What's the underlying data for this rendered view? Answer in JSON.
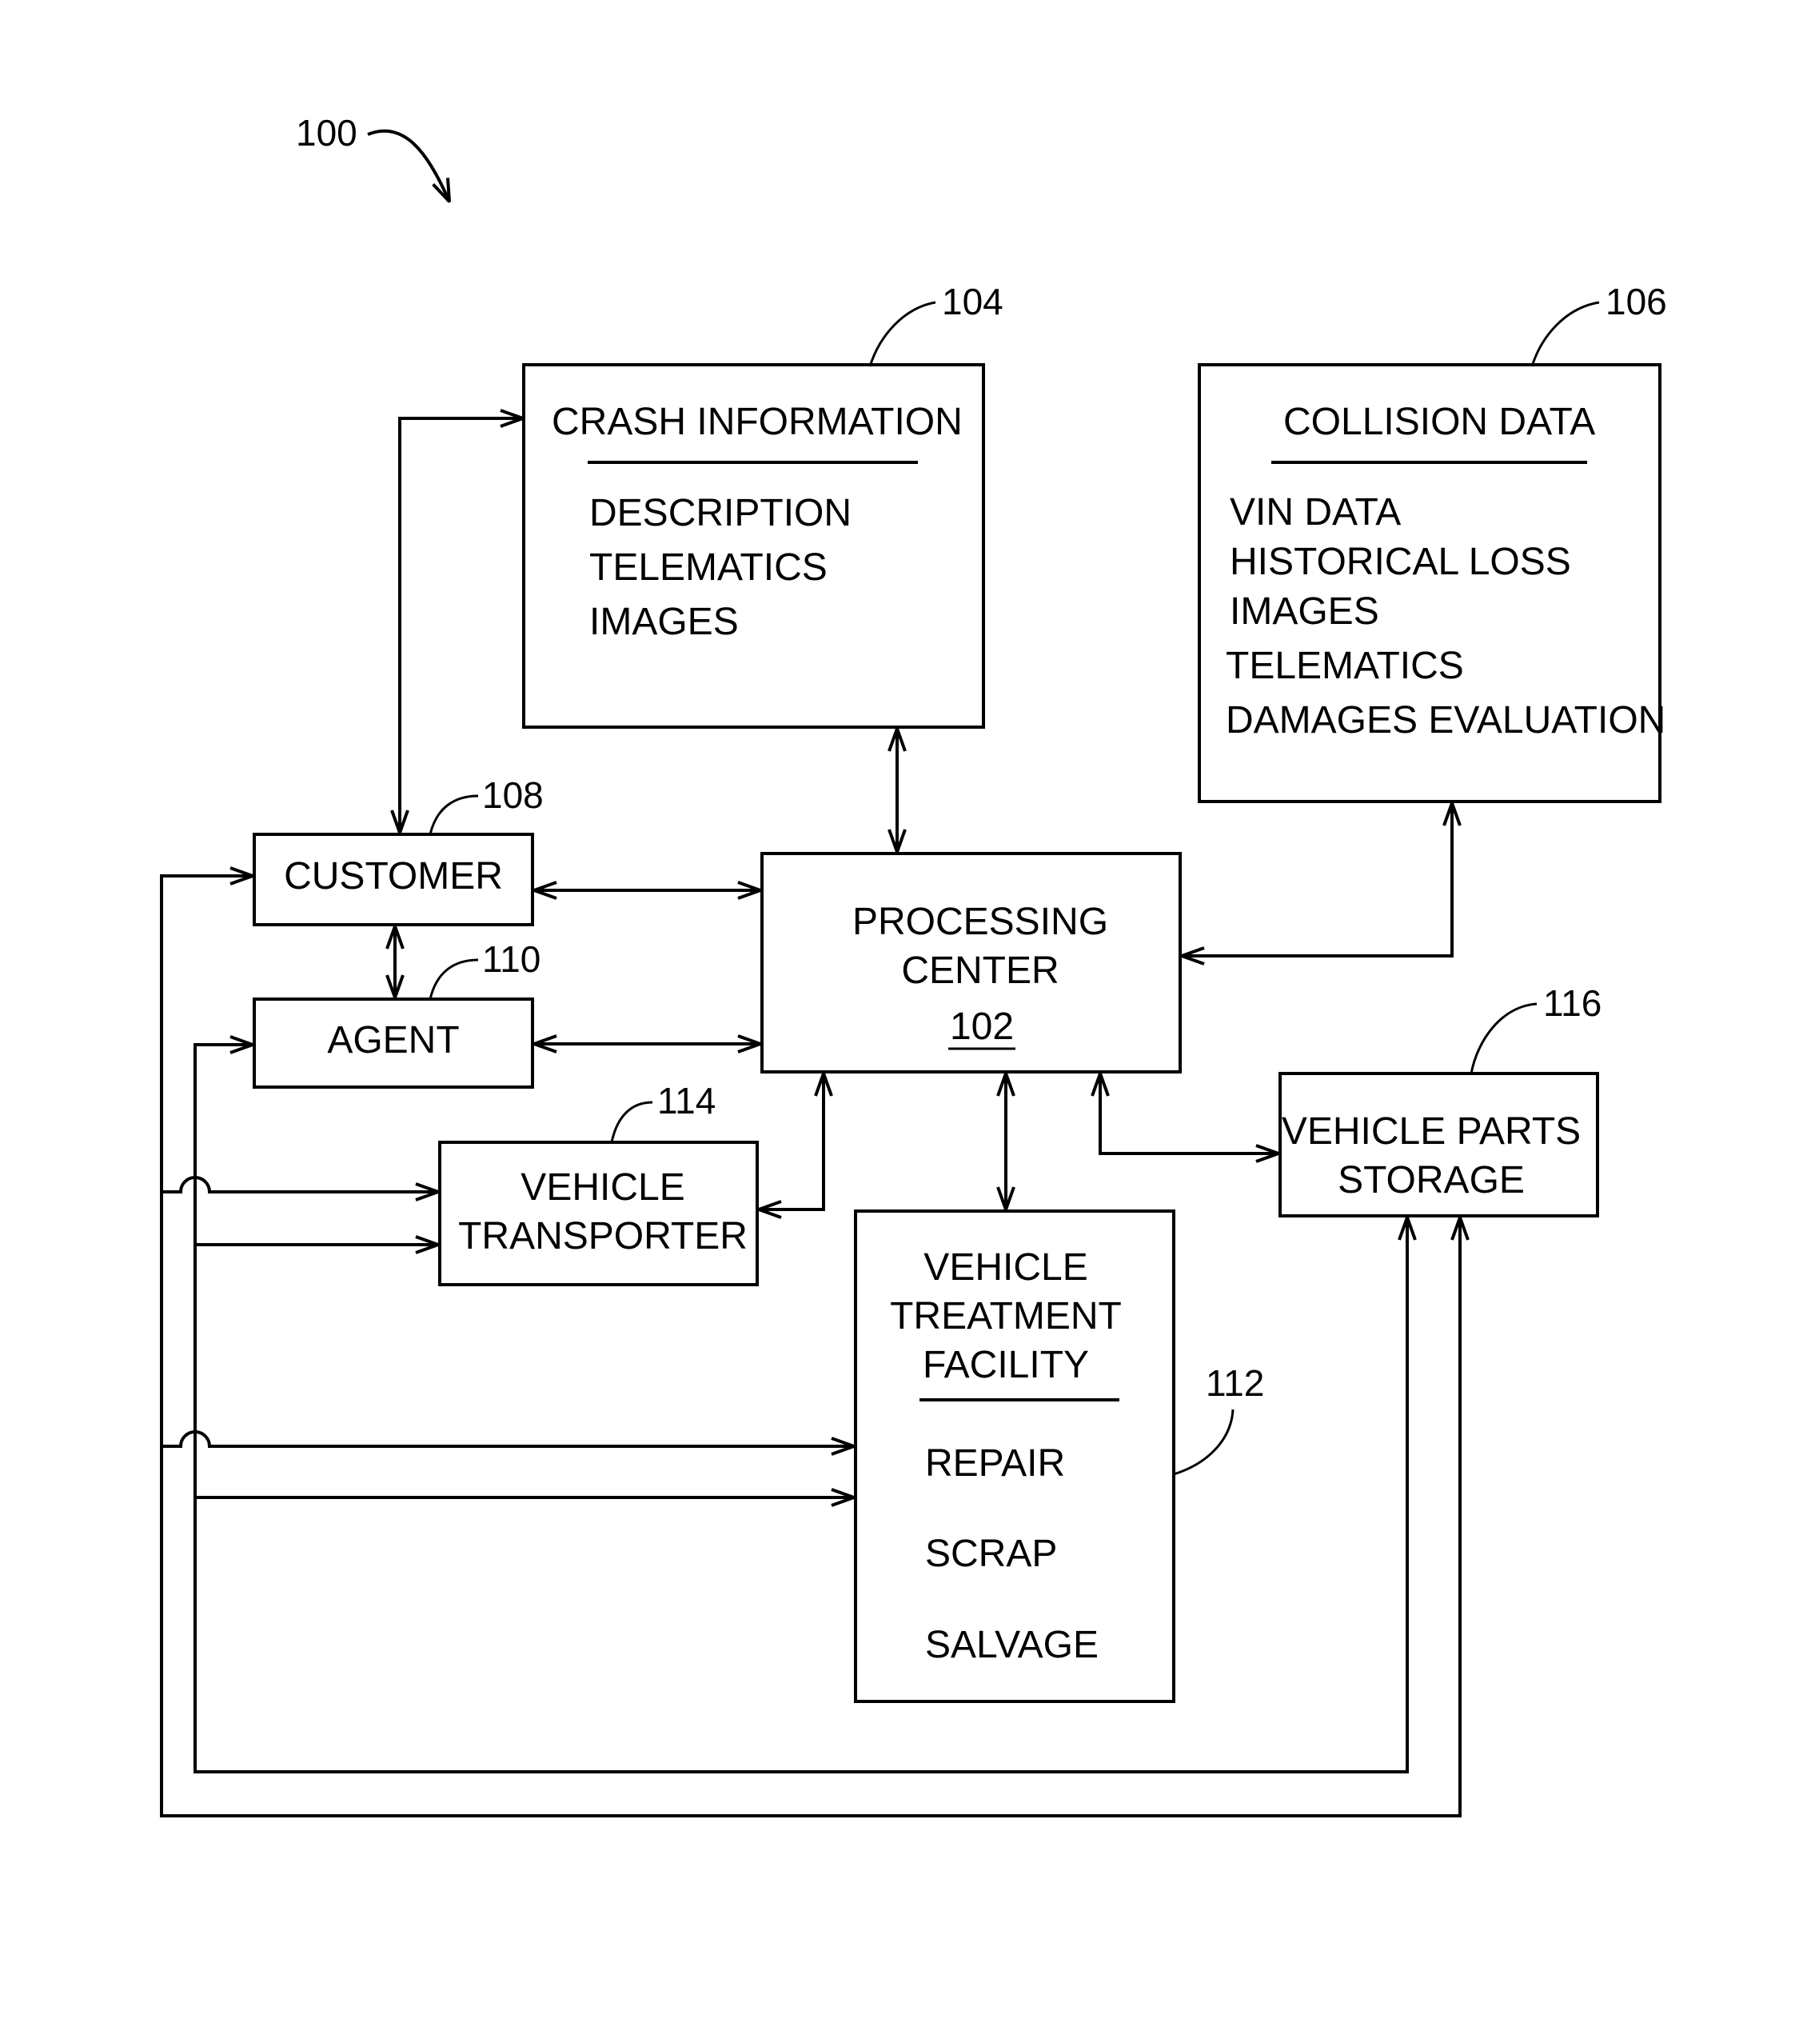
{
  "figure": {
    "label": "100"
  },
  "crash_information": {
    "ref": "104",
    "title": "CRASH INFORMATION",
    "items": [
      "DESCRIPTION",
      "TELEMATICS",
      "IMAGES"
    ]
  },
  "collision_data": {
    "ref": "106",
    "title": "COLLISION DATA",
    "items": [
      "VIN DATA",
      "HISTORICAL LOSS",
      "IMAGES",
      "TELEMATICS",
      "DAMAGES EVALUATION"
    ]
  },
  "customer": {
    "ref": "108",
    "label": "CUSTOMER"
  },
  "agent": {
    "ref": "110",
    "label": "AGENT"
  },
  "processing_center": {
    "lines": [
      "PROCESSING",
      "CENTER"
    ],
    "ref": "102"
  },
  "vehicle_transporter": {
    "ref": "114",
    "lines": [
      "VEHICLE",
      "TRANSPORTER"
    ]
  },
  "vehicle_parts_storage": {
    "ref": "116",
    "lines": [
      "VEHICLE PARTS",
      "STORAGE"
    ]
  },
  "vehicle_treatment_facility": {
    "ref": "112",
    "lines": [
      "VEHICLE",
      "TREATMENT",
      "FACILITY"
    ],
    "items": [
      "REPAIR",
      "SCRAP",
      "SALVAGE"
    ]
  },
  "colors": {
    "ink": "#000000",
    "background": "#ffffff"
  }
}
